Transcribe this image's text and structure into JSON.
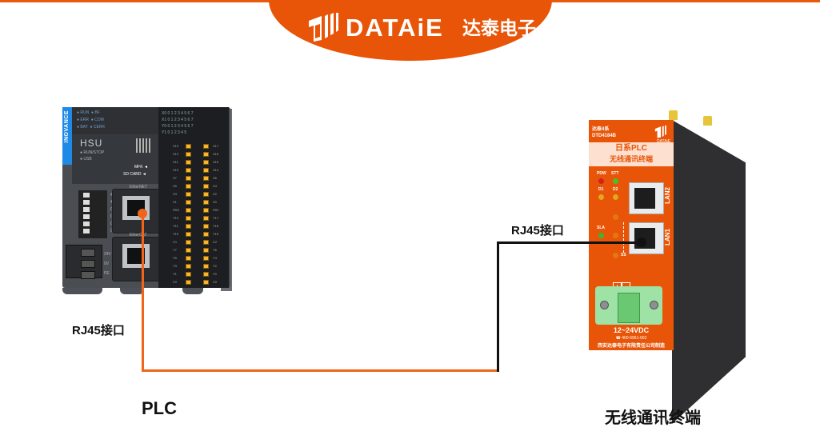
{
  "header": {
    "brand_en": "DATAiE",
    "brand_cn": "达泰电子",
    "logo_icon": "dataie-cube-logo",
    "accent_color": "#e85508"
  },
  "plc": {
    "caption": "PLC",
    "vendor_strip": "INOVANCE",
    "model_name": "HSU",
    "switch_labels": [
      "RUN/STOP",
      "USB"
    ],
    "status_leds": [
      [
        "RUN",
        "BF"
      ],
      [
        "ERR",
        "COM"
      ],
      [
        "BAT",
        "CERR"
      ]
    ],
    "io_header_rows": [
      [
        "X0",
        "0",
        "1",
        "2",
        "3",
        "4",
        "5",
        "6",
        "7"
      ],
      [
        "X1",
        "0",
        "1",
        "2",
        "3",
        "4",
        "5",
        "6",
        "7"
      ],
      [
        "Y0",
        "0",
        "1",
        "2",
        "3",
        "4",
        "5",
        "6",
        "7"
      ],
      [
        "Y1",
        "0",
        "1",
        "2",
        "3",
        "4",
        "5"
      ]
    ],
    "side_labels": [
      "MFK ◄",
      "SD CARD ◄"
    ],
    "port_labels": [
      "EtherNET",
      "EtherCAT"
    ],
    "comm_pins": [
      "485+",
      "485-",
      "GND",
      "CAN+",
      "CAN-",
      "CGND"
    ],
    "power_pins": [
      "24V",
      "0V",
      "PE"
    ],
    "terminal_left": [
      "X13",
      "X12",
      "X11",
      "X10",
      "X7",
      "X5",
      "X3",
      "X1",
      "SSS",
      "Y12",
      "Y11",
      "Y10",
      "C1",
      "Y7",
      "Y5",
      "Y3",
      "Y1",
      "C0"
    ],
    "terminal_right": [
      "X17",
      "X16",
      "X15",
      "X14",
      "X6",
      "X4",
      "X2",
      "X0",
      "SS1",
      "Y17",
      "Y16",
      "Y15",
      "C2",
      "Y6",
      "Y4",
      "Y2",
      "Y0",
      "C0"
    ],
    "rj45_label": "RJ45接口"
  },
  "terminal": {
    "caption": "无线通讯终端",
    "top_label_line1": "达泰4系",
    "top_label_line2": "DTD4184B",
    "logo_text": "DATAiE",
    "title_line1": "日系PLC",
    "title_line2": "无线通讯终端",
    "leds": [
      {
        "label": "PDW",
        "color": "#d42020"
      },
      {
        "label": "STT",
        "color": "#4bbf2a"
      },
      {
        "label": "D1",
        "color": "#e0a81c"
      },
      {
        "label": "D2",
        "color": "#e0a81c"
      },
      {
        "label": "SLA",
        "color": "#3cb62a"
      },
      {
        "label": "SS",
        "color": "#e07a10"
      }
    ],
    "lan_ports": [
      "LAN2",
      "LAN1"
    ],
    "power_polarity": [
      "+",
      "-"
    ],
    "voltage": "12~24VDC",
    "phone": "☎ 400-6961-002",
    "company": "西安达泰电子有限责任公司制造",
    "rj45_label": "RJ45接口"
  },
  "cable": {
    "plc_segment_color": "#f0651a",
    "terminal_segment_color": "#111111"
  }
}
